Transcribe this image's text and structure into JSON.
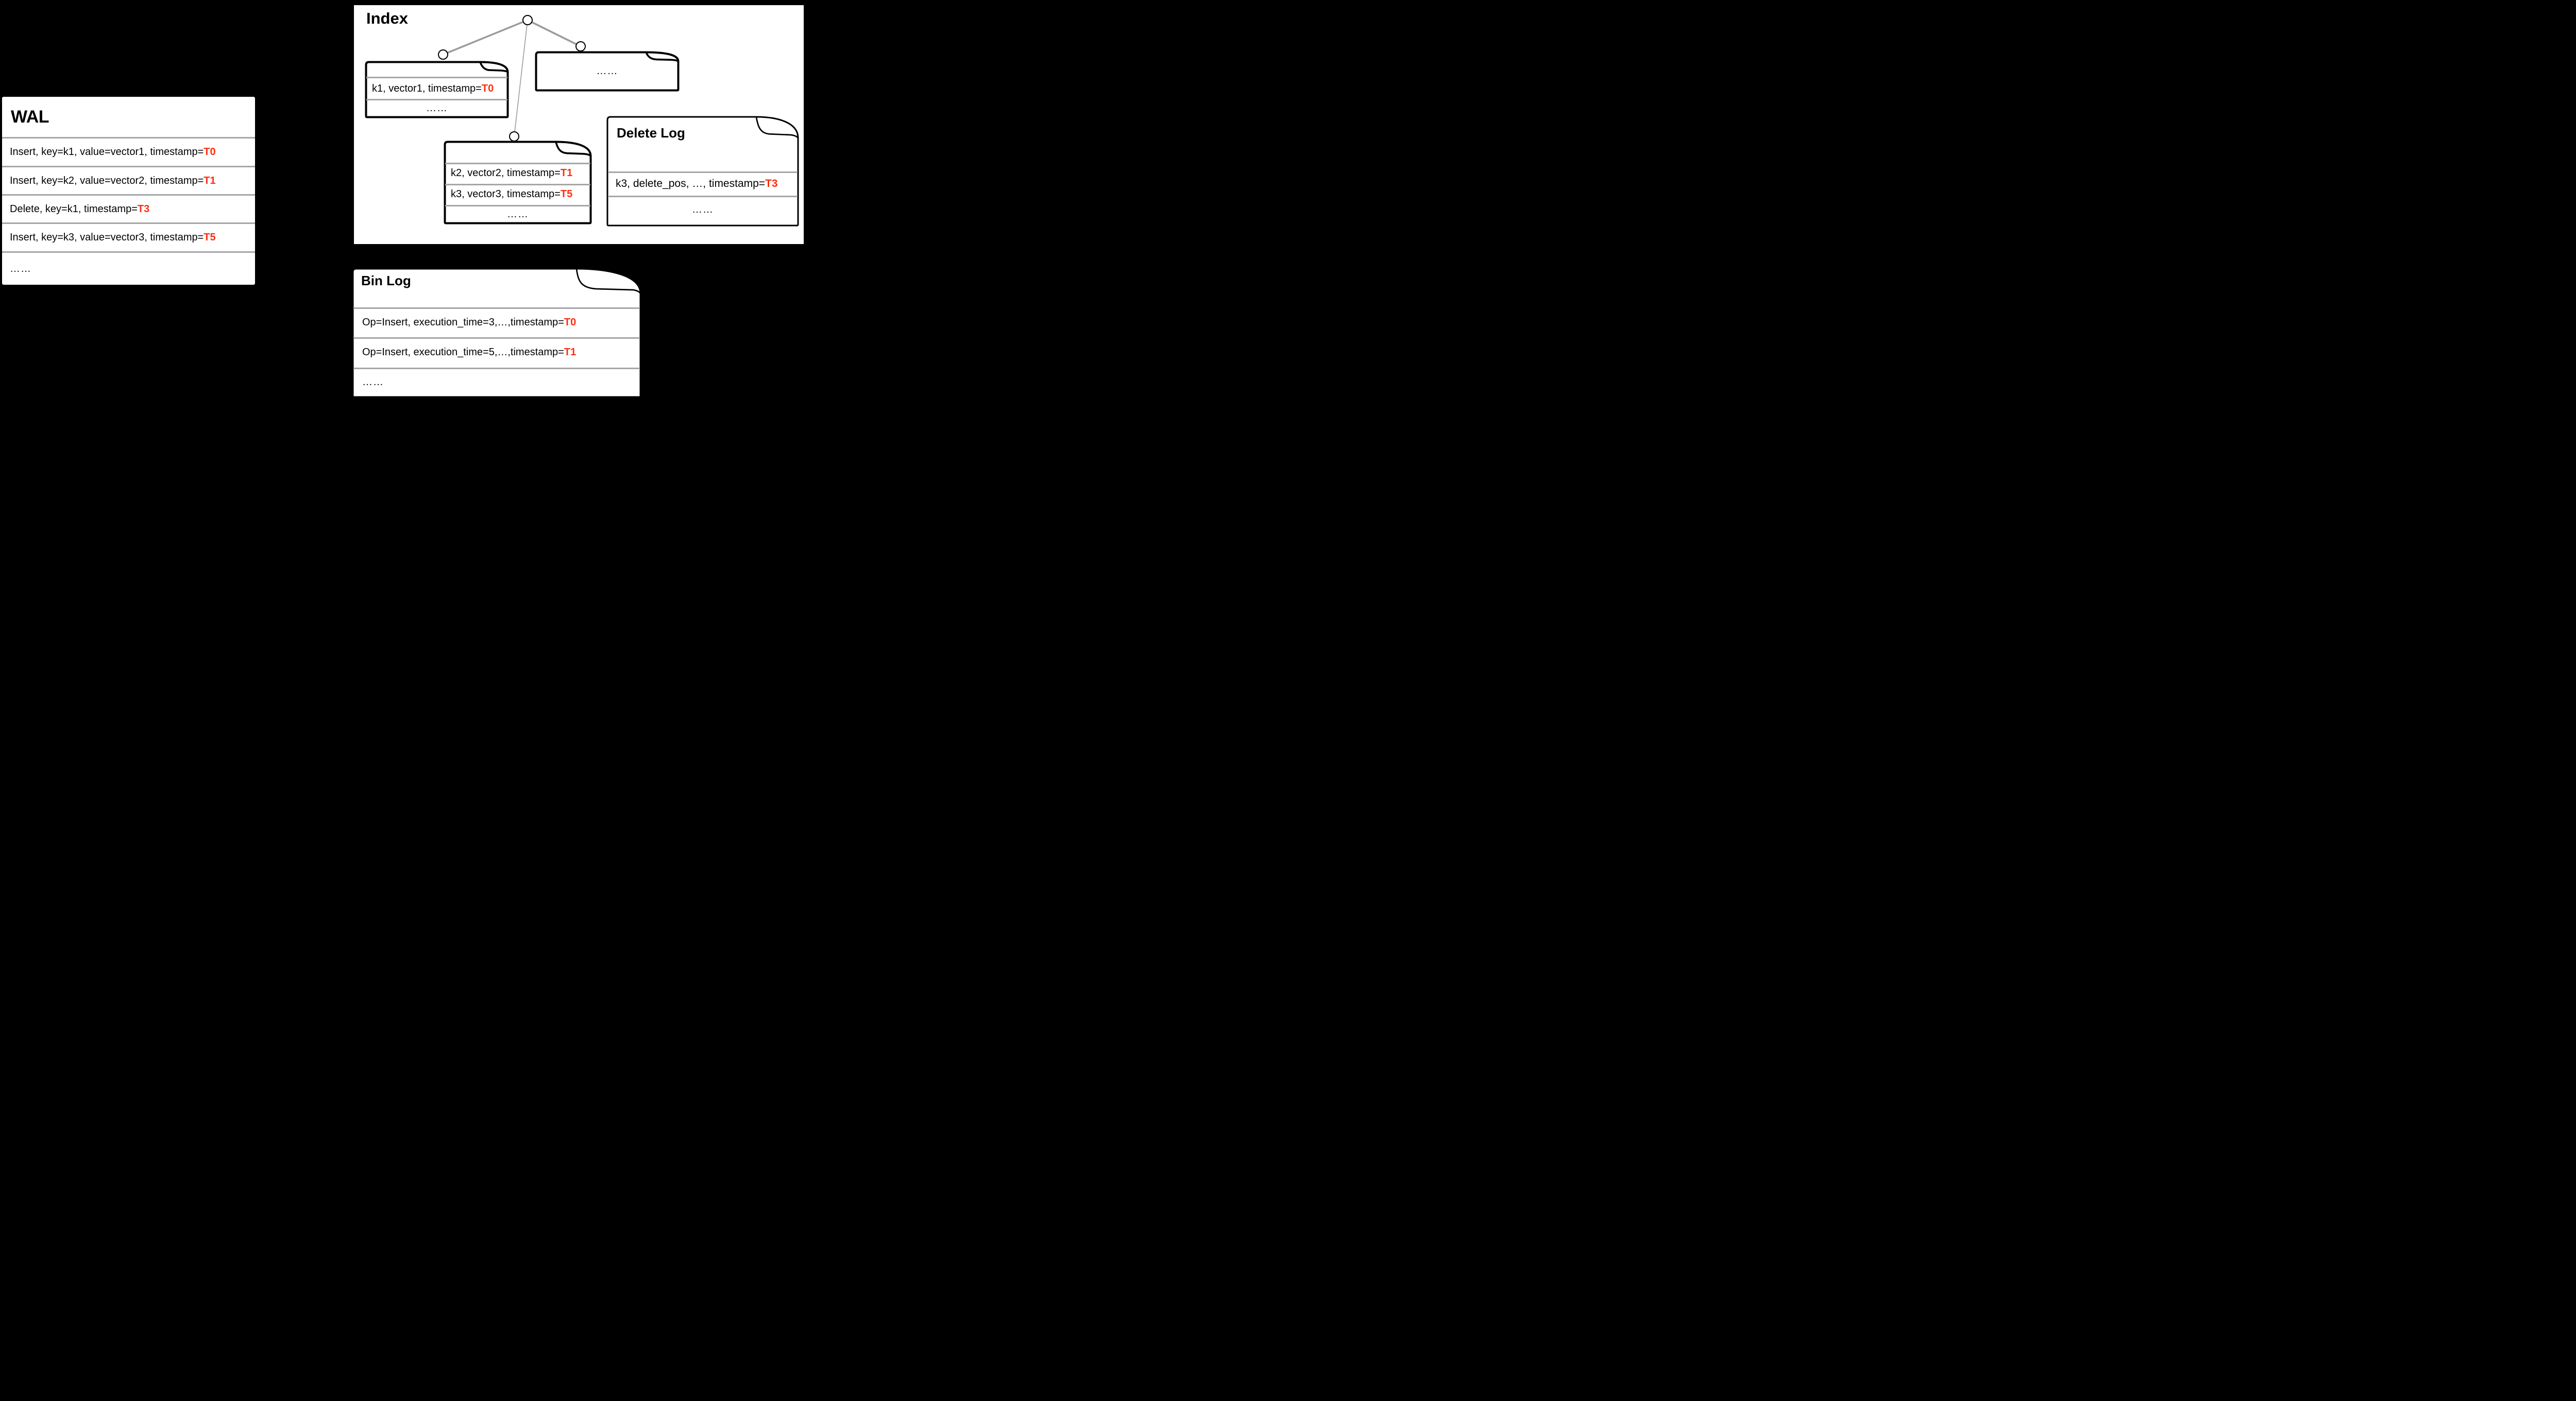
{
  "colors": {
    "background": "#000000",
    "panel_white": "#ffffff",
    "border_black": "#000000",
    "separator_gray": "#a6a6a6",
    "tree_edge_gray": "#9b9b9b",
    "timestamp_red": "#ff2d0e"
  },
  "wal": {
    "title": "WAL",
    "rows": [
      {
        "text": "Insert, key=k1, value=vector1, timestamp=",
        "ts": "T0"
      },
      {
        "text": "Insert, key=k2, value=vector2, timestamp=",
        "ts": "T1"
      },
      {
        "text": "Delete, key=k1, timestamp=",
        "ts": "T3"
      },
      {
        "text": "Insert, key=k3, value=vector3, timestamp=",
        "ts": "T5"
      },
      {
        "text": "……",
        "ts": ""
      }
    ]
  },
  "index": {
    "title": "Index",
    "pages": [
      {
        "rows": [
          {
            "text": "k1, vector1, timestamp=",
            "ts": "T0"
          }
        ],
        "footer": "……"
      },
      {
        "placeholder": "……"
      },
      {
        "rows": [
          {
            "text": "k2, vector2, timestamp=",
            "ts": "T1"
          },
          {
            "text": "k3, vector3, timestamp=",
            "ts": "T5"
          }
        ],
        "footer": "……"
      }
    ],
    "delete_log": {
      "title": "Delete Log",
      "rows": [
        {
          "text": "k3, delete_pos, …, timestamp=",
          "ts": "T3"
        }
      ],
      "footer": "……"
    }
  },
  "bin_log": {
    "title": "Bin Log",
    "rows": [
      {
        "text": "Op=Insert, execution_time=3,…,timestamp=",
        "ts": "T0"
      },
      {
        "text": "Op=Insert, execution_time=5,…,timestamp=",
        "ts": "T1"
      }
    ],
    "footer": "……"
  }
}
